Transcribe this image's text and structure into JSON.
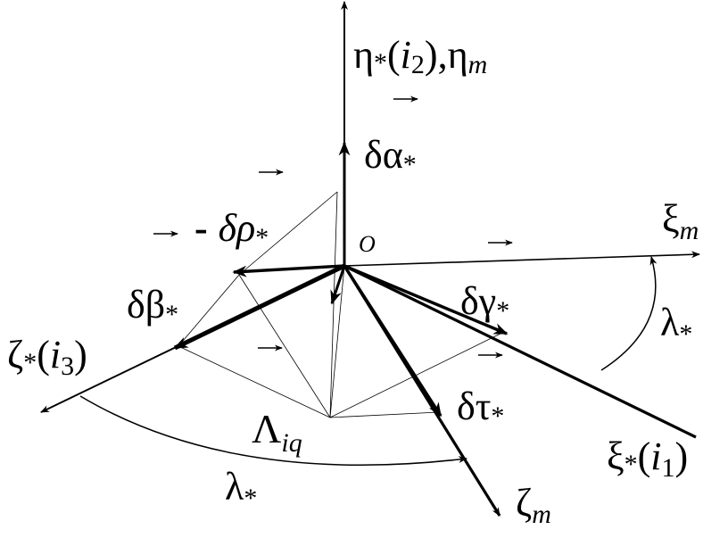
{
  "diagram": {
    "labels": {
      "eta_axis": {
        "sym": "η",
        "sub": "*",
        "paren_open": "(",
        "var": "i",
        "var_sub": "2",
        "paren_close": ")",
        "comma": ",",
        "sym2": "η",
        "sub2": "m"
      },
      "xi_m": {
        "sym": "ξ",
        "sub": "m"
      },
      "zeta_star": {
        "sym": "ζ",
        "sub": "*",
        "paren_open": "(",
        "var": "i",
        "var_sub": "3",
        "paren_close": ")"
      },
      "xi_star": {
        "sym": "ξ",
        "sub": "*",
        "paren_open": "(",
        "var": "i",
        "var_sub": "1",
        "paren_close": ")"
      },
      "zeta_m": {
        "sym": "ζ",
        "sub": "m"
      },
      "delta_alpha": {
        "sym": "δα",
        "sub": "*"
      },
      "delta_rho": {
        "minus": "-",
        "sym": "δρ",
        "sub": "*"
      },
      "delta_beta": {
        "sym": "δβ",
        "sub": "*"
      },
      "delta_gamma": {
        "sym": "δγ",
        "sub": "*"
      },
      "delta_tau": {
        "sym": "δτ",
        "sub": "*"
      },
      "origin": "O",
      "lambda_iq": {
        "sym": "Λ",
        "sub": "iq"
      },
      "lambda_right": {
        "sym": "λ",
        "sub": "*"
      },
      "lambda_bottom": {
        "sym": "λ",
        "sub": "*"
      }
    },
    "vector_arrow_glyph": "→"
  }
}
